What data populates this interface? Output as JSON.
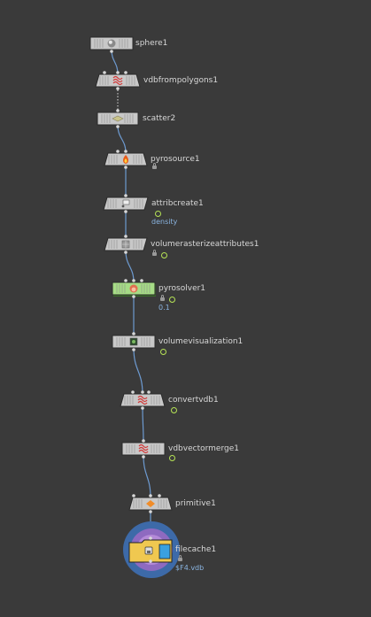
{
  "network": {
    "nodes": [
      {
        "id": "sphere1",
        "label": "sphere1",
        "icon": "sphere-icon",
        "shape": "rect",
        "color": "#c8c8c8"
      },
      {
        "id": "vdbfrompolygons1",
        "label": "vdbfrompolygons1",
        "icon": "vdb-icon",
        "shape": "trapezoid",
        "color": "#c8c8c8"
      },
      {
        "id": "scatter2",
        "label": "scatter2",
        "icon": "scatter-icon",
        "shape": "rect",
        "color": "#c8c8c8"
      },
      {
        "id": "pyrosource1",
        "label": "pyrosource1",
        "icon": "fire-icon",
        "shape": "trapezoid",
        "color": "#c8c8c8"
      },
      {
        "id": "attribcreate1",
        "label": "attribcreate1",
        "sub": "density",
        "icon": "attribute-icon",
        "shape": "parallelogram",
        "color": "#c8c8c8"
      },
      {
        "id": "volumerasterizeattributes1",
        "label": "volumerasterizeattributes1",
        "icon": "rasterize-icon",
        "shape": "parallelogram",
        "color": "#c8c8c8"
      },
      {
        "id": "pyrosolver1",
        "label": "pyrosolver1",
        "sub": "0.1",
        "icon": "pyro-solver-icon",
        "shape": "rect",
        "color": "#a6dc86"
      },
      {
        "id": "volumevisualization1",
        "label": "volumevisualization1",
        "icon": "volume-visualization-icon",
        "shape": "rect",
        "color": "#c8c8c8"
      },
      {
        "id": "convertvdb1",
        "label": "convertvdb1",
        "icon": "vdb-icon",
        "shape": "trapezoid",
        "color": "#c8c8c8"
      },
      {
        "id": "vdbvectormerge1",
        "label": "vdbvectormerge1",
        "icon": "vdb-icon",
        "shape": "rect",
        "color": "#c8c8c8"
      },
      {
        "id": "primitive1",
        "label": "primitive1",
        "icon": "primitive-icon",
        "shape": "trapezoid",
        "color": "#c8c8c8"
      },
      {
        "id": "filecache1",
        "label": "filecache1",
        "sub": "$F4.vdb",
        "icon": "file-cache-icon",
        "shape": "folder",
        "color": "#f0c850",
        "display_flag": true
      }
    ],
    "wire_color": "#6d9ad0",
    "wire_to_scatter_style": "dotted"
  }
}
